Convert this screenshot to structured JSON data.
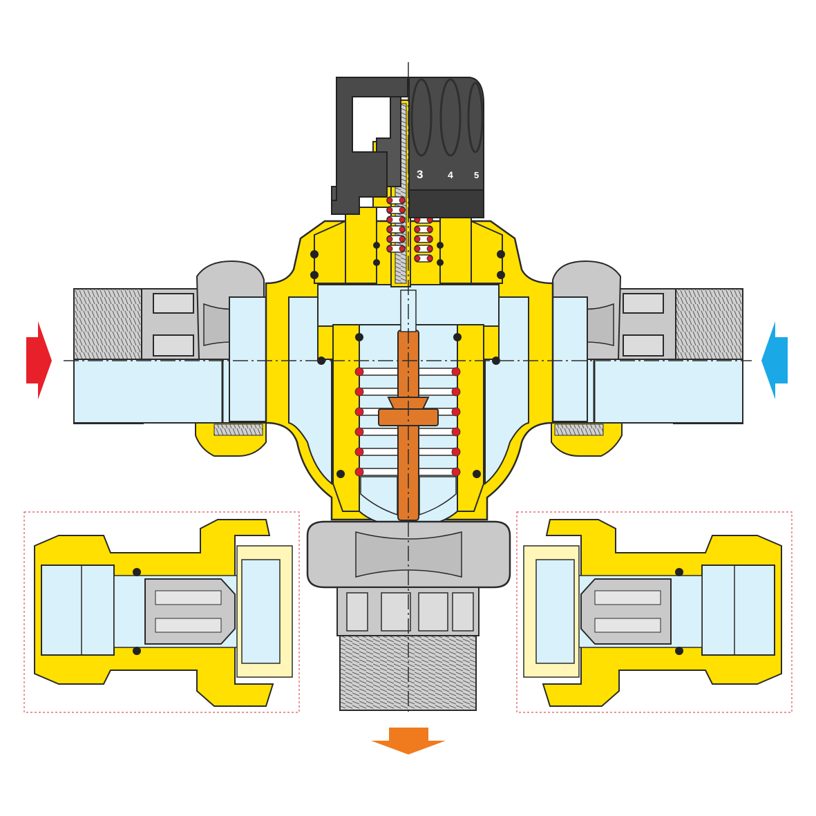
{
  "diagram": {
    "knob_scale": [
      "3",
      "4",
      "5"
    ],
    "colors": {
      "brass": "#ffe000",
      "brass_outline": "#2a2a2a",
      "water": "#d9f1fb",
      "grey_metal": "#c9c9c9",
      "knob": "#4a4a4a",
      "hot_arrow": "#e8202a",
      "cold_arrow": "#1aa8e6",
      "mixed_arrow": "#f07a1e",
      "spindle": "#e07a2a",
      "spring_dot": "#d8202a",
      "detail_border": "#e0505a"
    }
  }
}
